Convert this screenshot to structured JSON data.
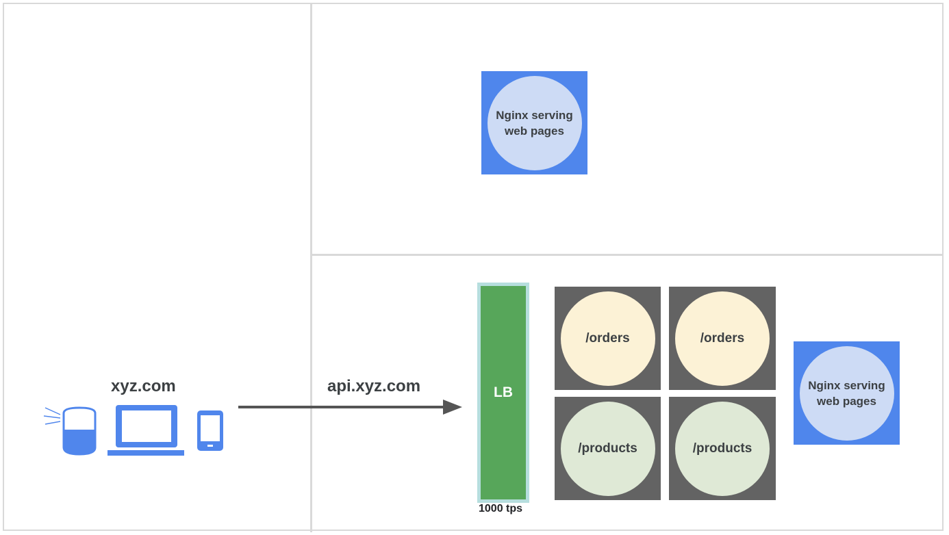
{
  "client": {
    "domain": "xyz.com",
    "devices": [
      "smart-speaker",
      "laptop",
      "phone"
    ]
  },
  "request": {
    "endpoint": "api.xyz.com"
  },
  "top_service": {
    "label": "Nginx serving web pages"
  },
  "load_balancer": {
    "label": "LB",
    "throughput": "1000 tps"
  },
  "pods": [
    {
      "label": "/orders",
      "kind": "orders"
    },
    {
      "label": "/orders",
      "kind": "orders"
    },
    {
      "label": "/products",
      "kind": "products"
    },
    {
      "label": "/products",
      "kind": "products"
    }
  ],
  "bottom_service": {
    "label": "Nginx serving web pages"
  },
  "colors": {
    "blue_container": "#4f86ec",
    "blue_circle": "#cddbf5",
    "gray_container": "#636363",
    "orders_circle": "#fcf2d6",
    "products_circle": "#dfe9d6",
    "lb_green": "#57a65a",
    "lb_border": "#b6dede",
    "arrow": "#555555",
    "device_icon": "#5086ec"
  }
}
